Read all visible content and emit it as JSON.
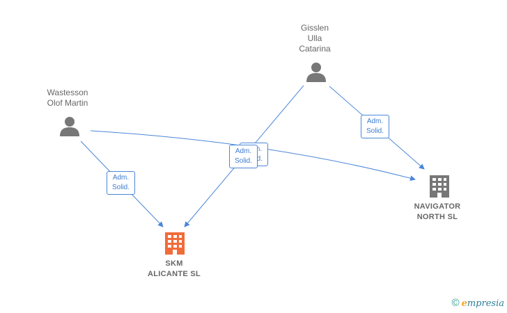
{
  "people": [
    {
      "id": "gisslen",
      "lines": [
        "Gisslen",
        "Ulla",
        "Catarina"
      ]
    },
    {
      "id": "wastesson",
      "lines": [
        "Wastesson",
        "Olof Martin"
      ]
    }
  ],
  "companies": [
    {
      "id": "navigator",
      "lines": [
        "NAVIGATOR",
        "NORTH  SL"
      ],
      "color": "#777777"
    },
    {
      "id": "skm",
      "lines": [
        "SKM",
        "ALICANTE  SL"
      ],
      "color": "#f26b3a"
    }
  ],
  "relations": [
    {
      "from": "gisslen",
      "to": "skm",
      "lines": [
        "Adm.",
        "Solid."
      ]
    },
    {
      "from": "gisslen",
      "to": "navigator",
      "lines": [
        "Adm.",
        "Solid."
      ]
    },
    {
      "from": "wastesson",
      "to": "skm",
      "lines": [
        "Adm.",
        "Solid."
      ]
    },
    {
      "from": "wastesson",
      "to": "navigator",
      "lines": [
        "Adm.",
        "Solid."
      ]
    }
  ],
  "colors": {
    "edge": "#4a86d8",
    "person": "#777777"
  },
  "footer": {
    "symbol": "©",
    "brand_initial": "e",
    "brand_rest": "mpresia"
  }
}
